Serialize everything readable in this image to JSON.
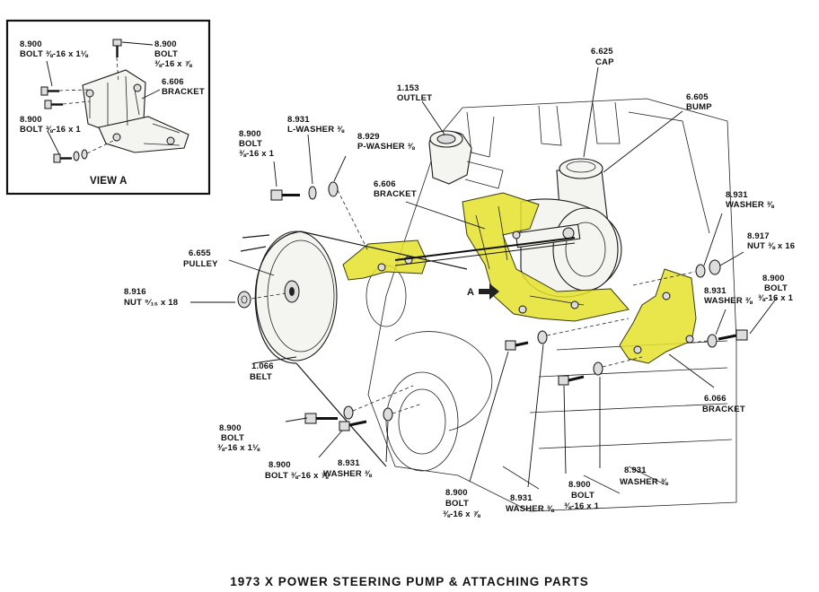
{
  "title": "1973 X POWER STEERING PUMP & ATTACHING PARTS",
  "inset": {
    "view_label": "VIEW A",
    "labels": [
      {
        "id": "inset-bolt-1",
        "number": "8.900",
        "lines": [
          "BOLT ⅜-16 x 1⅛"
        ]
      },
      {
        "id": "inset-bolt-2",
        "number": "8.900",
        "lines": [
          "BOLT",
          "⅜-16 x ⅞"
        ]
      },
      {
        "id": "inset-bracket",
        "number": "6.606",
        "lines": [
          "BRACKET"
        ]
      },
      {
        "id": "inset-bolt-3",
        "number": "8.900",
        "lines": [
          "BOLT ⅜-16 x 1"
        ]
      }
    ]
  },
  "callouts": [
    {
      "id": "outlet",
      "number": "1.153",
      "lines": [
        "OUTLET"
      ]
    },
    {
      "id": "cap",
      "number": "6.625",
      "lines": [
        "CAP"
      ]
    },
    {
      "id": "bump",
      "number": "6.605",
      "lines": [
        "BUMP"
      ]
    },
    {
      "id": "bolt-top",
      "number": "8.900",
      "lines": [
        "BOLT",
        "⅜-16 x 1"
      ]
    },
    {
      "id": "l-washer",
      "number": "8.931",
      "lines": [
        "L-WASHER ⅜"
      ]
    },
    {
      "id": "p-washer",
      "number": "8.929",
      "lines": [
        "P-WASHER ⅜"
      ]
    },
    {
      "id": "bracket-top",
      "number": "6.606",
      "lines": [
        "BRACKET"
      ]
    },
    {
      "id": "washer-right",
      "number": "8.931",
      "lines": [
        "WASHER ⅜"
      ]
    },
    {
      "id": "nut-right",
      "number": "8.917",
      "lines": [
        "NUT ⅜ x 16"
      ]
    },
    {
      "id": "pulley",
      "number": "6.655",
      "lines": [
        "PULLEY"
      ]
    },
    {
      "id": "nut-pulley",
      "number": "8.916",
      "lines": [
        "NUT ⁹⁄₁₆ x 18"
      ]
    },
    {
      "id": "bolt-right",
      "number": "8.900",
      "lines": [
        "BOLT",
        "⅜-16 x 1"
      ]
    },
    {
      "id": "washer-right-2",
      "number": "8.931",
      "lines": [
        "WASHER ⅜"
      ]
    },
    {
      "id": "belt",
      "number": "1.066",
      "lines": [
        "BELT"
      ]
    },
    {
      "id": "bracket-lower",
      "number": "6.066",
      "lines": [
        "BRACKET"
      ]
    },
    {
      "id": "bolt-lower-left",
      "number": "8.900",
      "lines": [
        "BOLT",
        "⅜-16 x 1⅛"
      ]
    },
    {
      "id": "bolt-lower-left-2",
      "number": "8.900",
      "lines": [
        "BOLT ⅜-16 x ⅞"
      ]
    },
    {
      "id": "washer-lower-left",
      "number": "8.931",
      "lines": [
        "WASHER ⅜"
      ]
    },
    {
      "id": "washer-lower-right",
      "number": "8.931",
      "lines": [
        "WASHER ⅜"
      ]
    },
    {
      "id": "bolt-bottom-1",
      "number": "8.900",
      "lines": [
        "BOLT",
        "⅜-16 x ⅞"
      ]
    },
    {
      "id": "washer-bottom",
      "number": "8.931",
      "lines": [
        "WASHER ⅜"
      ]
    },
    {
      "id": "bolt-bottom-2",
      "number": "8.900",
      "lines": [
        "BOLT",
        "⅜-16 x 1"
      ]
    }
  ],
  "view_marker": "A",
  "highlight_color": "#e4e22a"
}
